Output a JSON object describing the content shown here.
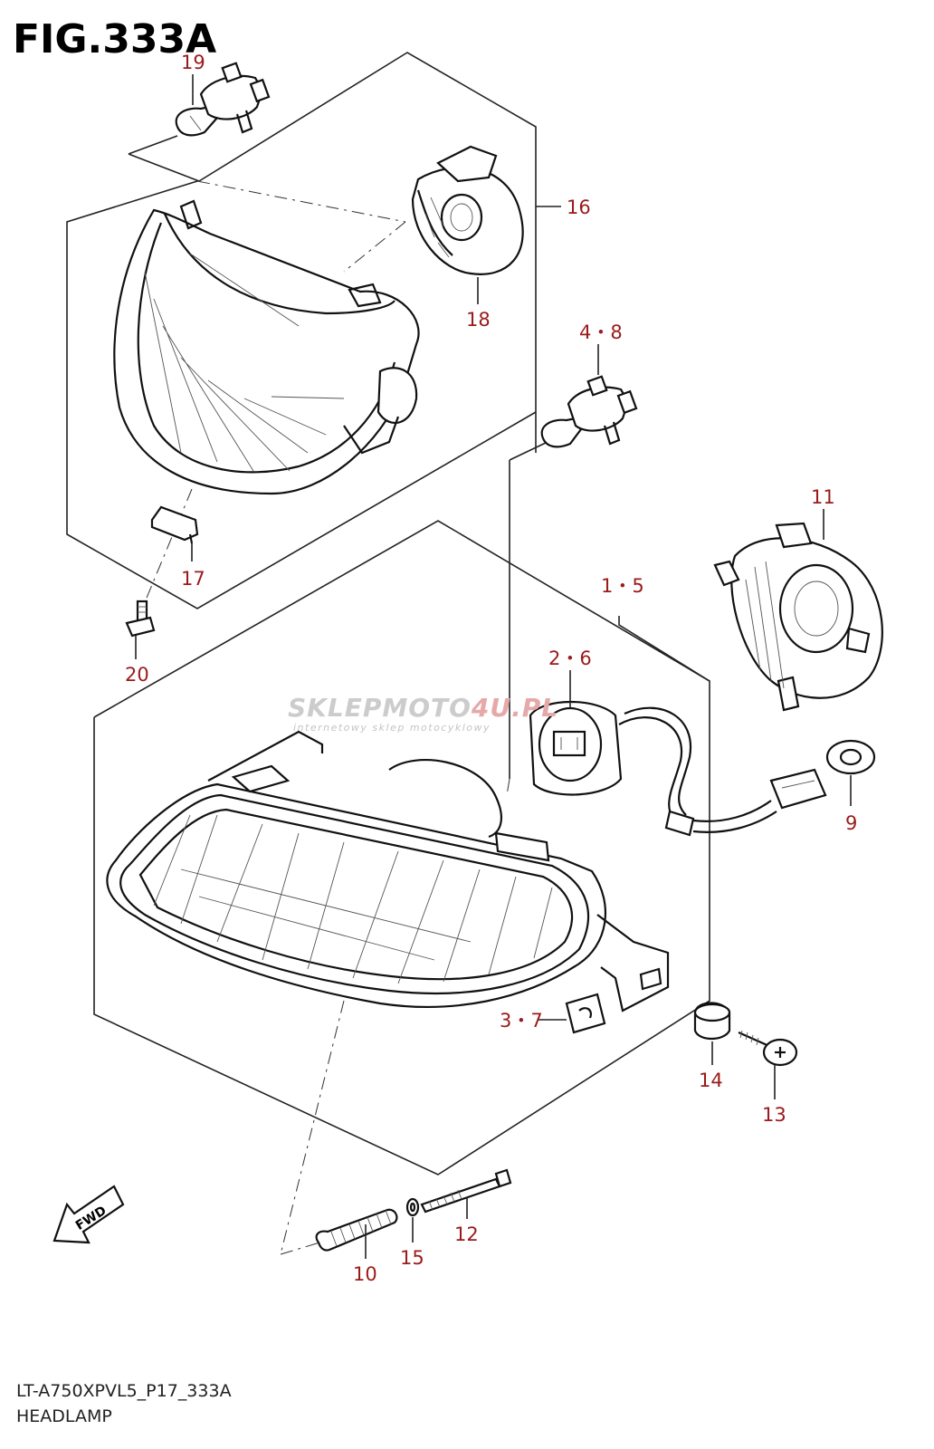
{
  "figure": {
    "title": "FIG.333A",
    "model_code": "LT-A750XPVL5_P17_333A",
    "caption": "HEADLAMP"
  },
  "watermark": {
    "brand_a": "SKLEPMOTO",
    "brand_b": "4U.PL",
    "tagline": "internetowy sklep motocyklowy"
  },
  "fwd_label": "FWD",
  "callouts": {
    "c19": "19",
    "c16": "16",
    "c18": "18",
    "c4_8": "4・8",
    "c11": "11",
    "c17": "17",
    "c1_5": "1・5",
    "c20": "20",
    "c2_6": "2・6",
    "c9": "9",
    "c3_7": "3・7",
    "c14": "14",
    "c13": "13",
    "c12": "12",
    "c15": "15",
    "c10": "10"
  },
  "colors": {
    "callout": "#9a1b1b",
    "line": "#222222"
  }
}
